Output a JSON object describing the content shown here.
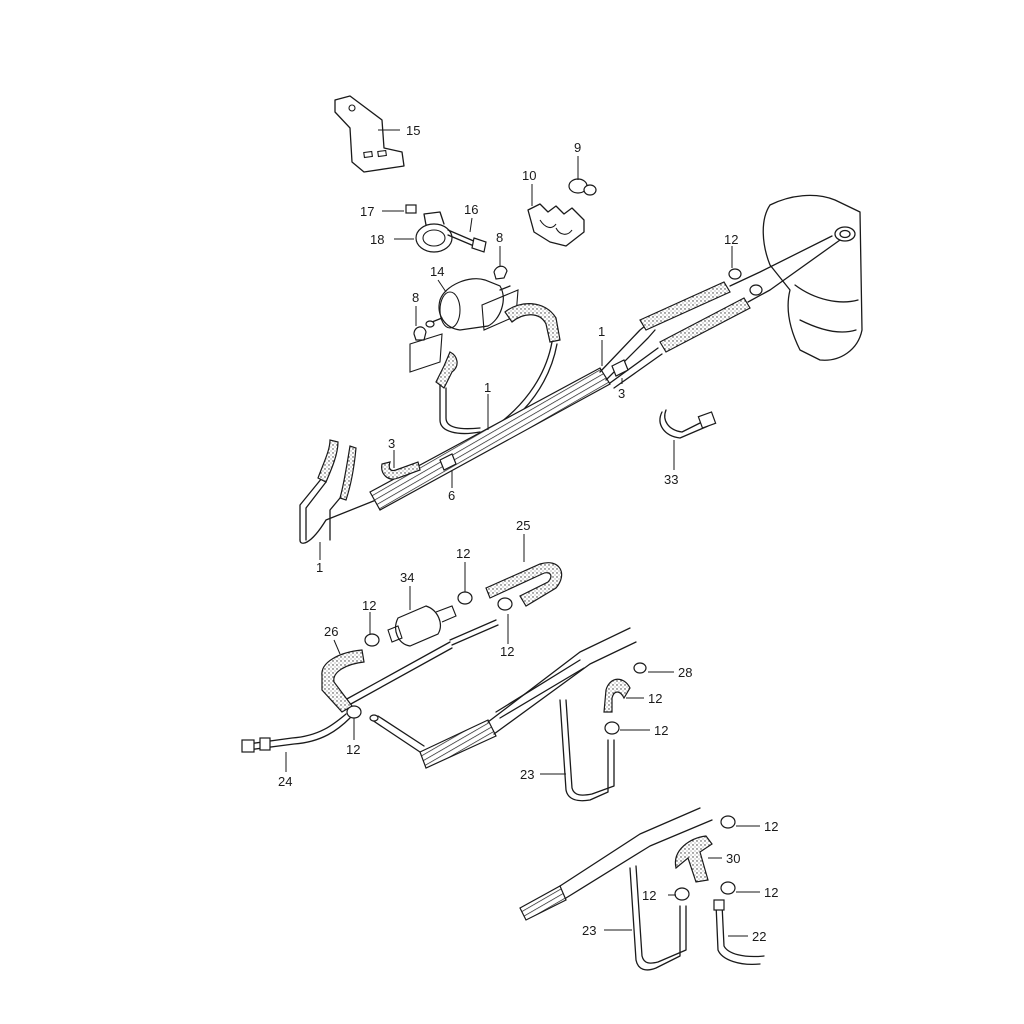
{
  "callouts": [
    {
      "id": "c15a",
      "label": "15"
    },
    {
      "id": "c17",
      "label": "17"
    },
    {
      "id": "c16",
      "label": "16"
    },
    {
      "id": "c18",
      "label": "18"
    },
    {
      "id": "c10",
      "label": "10"
    },
    {
      "id": "c9",
      "label": "9"
    },
    {
      "id": "c8a",
      "label": "8"
    },
    {
      "id": "c8b",
      "label": "8"
    },
    {
      "id": "c14",
      "label": "14"
    },
    {
      "id": "c12a",
      "label": "12"
    },
    {
      "id": "c1a",
      "label": "1"
    },
    {
      "id": "c3a",
      "label": "3"
    },
    {
      "id": "c1b",
      "label": "1"
    },
    {
      "id": "c3b",
      "label": "3"
    },
    {
      "id": "c6",
      "label": "6"
    },
    {
      "id": "c1c",
      "label": "1"
    },
    {
      "id": "c33",
      "label": "33"
    },
    {
      "id": "c25",
      "label": "25"
    },
    {
      "id": "c34",
      "label": "34"
    },
    {
      "id": "c12b",
      "label": "12"
    },
    {
      "id": "c12c",
      "label": "12"
    },
    {
      "id": "c26",
      "label": "26"
    },
    {
      "id": "c12d",
      "label": "12"
    },
    {
      "id": "c12e",
      "label": "12"
    },
    {
      "id": "c28",
      "label": "28"
    },
    {
      "id": "c12f",
      "label": "12"
    },
    {
      "id": "c12g",
      "label": "12"
    },
    {
      "id": "c24",
      "label": "24"
    },
    {
      "id": "c23a",
      "label": "23"
    },
    {
      "id": "c12h",
      "label": "12"
    },
    {
      "id": "c30",
      "label": "30"
    },
    {
      "id": "c12i",
      "label": "12"
    },
    {
      "id": "c12j",
      "label": "12"
    },
    {
      "id": "c23b",
      "label": "23"
    },
    {
      "id": "c22",
      "label": "22"
    }
  ]
}
